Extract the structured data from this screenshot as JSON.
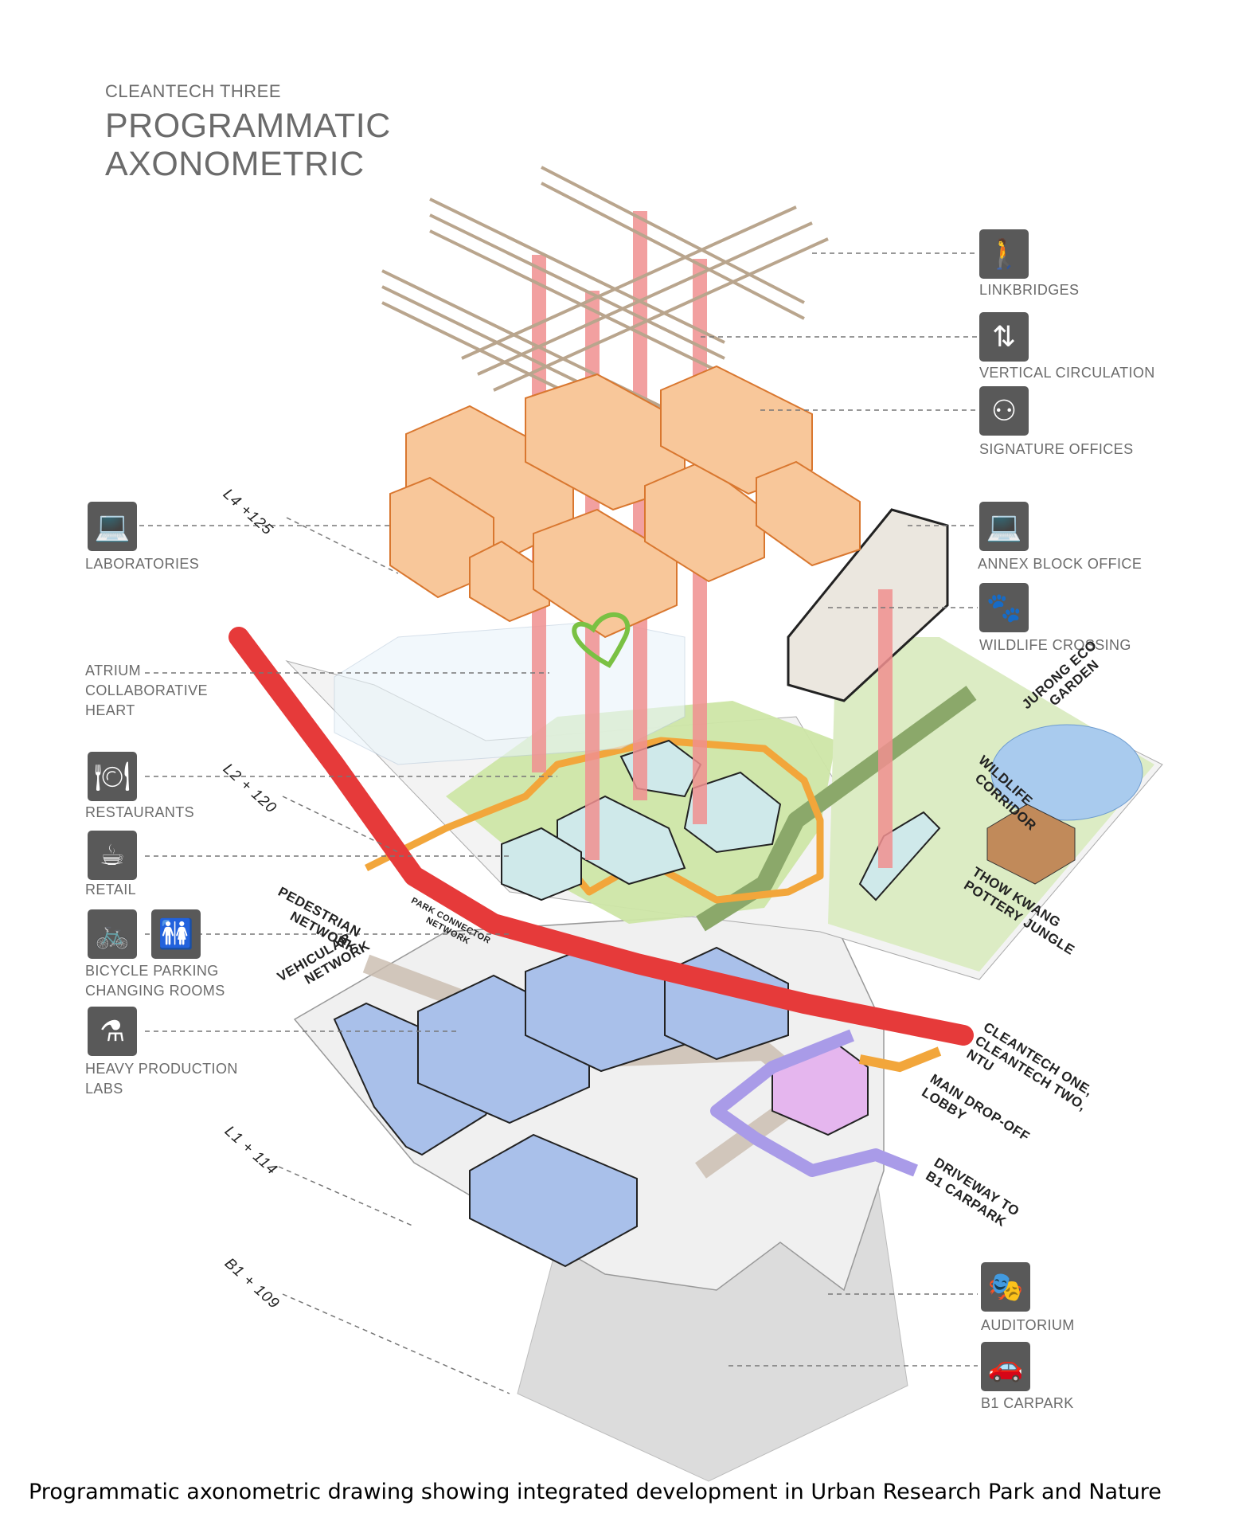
{
  "header": {
    "subtitle": "CLEANTECH THREE",
    "title_line1": "PROGRAMMATIC",
    "title_line2": "AXONOMETRIC"
  },
  "legend_right": [
    {
      "label": "LINKBRIDGES",
      "icon": "walking-person-icon"
    },
    {
      "label": "VERTICAL CIRCULATION",
      "icon": "elevator-icon"
    },
    {
      "label": "SIGNATURE OFFICES",
      "icon": "people-network-icon"
    },
    {
      "label": "ANNEX BLOCK OFFICE",
      "icon": "desk-worker-icon"
    },
    {
      "label": "WILDLIFE CROSSING",
      "icon": "paw-print-icon"
    },
    {
      "label": "AUDITORIUM",
      "icon": "auditorium-icon"
    },
    {
      "label": "B1 CARPARK",
      "icon": "car-icon"
    }
  ],
  "legend_left": [
    {
      "label": "LABORATORIES",
      "icon": "desk-worker-icon"
    },
    {
      "line1": "ATRIUM",
      "line2": "COLLABORATIVE",
      "line3": "HEART"
    },
    {
      "label": "RESTAURANTS",
      "icon": "dinner-plate-icon"
    },
    {
      "label": "RETAIL",
      "icon": "coffee-cup-icon"
    },
    {
      "line1": "BICYCLE PARKING",
      "line2": "CHANGING ROOMS",
      "icon1": "bicycle-icon",
      "icon2": "restroom-icon"
    },
    {
      "line1": "HEAVY PRODUCTION",
      "line2": "LABS",
      "icon": "flask-icon"
    }
  ],
  "levels": {
    "l4": "L4 +125",
    "l2": "L2 + 120",
    "l1": "L1 + 114",
    "b1": "B1 + 109"
  },
  "diagram_labels": {
    "pedestrian": [
      "PEDESTRIAN",
      "NETWORK"
    ],
    "park_connector": [
      "PARK CONNECTOR",
      "NETWORK"
    ],
    "vehicular": [
      "VEHICULAR",
      "NETWORK"
    ],
    "jurong": [
      "JURONG ECO",
      "GARDEN"
    ],
    "wildlife": [
      "WILDLIFE",
      "CORRIDOR"
    ],
    "thow_kwang": [
      "THOW KWANG",
      "POTTERY JUNGLE"
    ],
    "cleantech": [
      "CLEANTECH ONE,",
      "CLEANTECH TWO,",
      "NTU"
    ],
    "dropoff": [
      "MAIN DROP-OFF",
      "LOBBY"
    ],
    "driveway": [
      "DRIVEWAY TO",
      "B1 CARPARK"
    ]
  },
  "caption": "Programmatic axonometric drawing showing integrated development in Urban Research Park and Nature",
  "colors": {
    "offices": "#f8c79a",
    "office_stroke": "#d9772f",
    "cores": "#f08f8f",
    "linkbridge": "#b9a58d",
    "park": "#cde6a6",
    "retail_blocks": "#cfe9ea",
    "labs": "#a9c0ea",
    "auditorium": "#e5b6ee",
    "red_band": "#e63a3a",
    "pedestrian": "#f2a63b",
    "driveway": "#a99be8",
    "icon_bg": "#595959"
  }
}
